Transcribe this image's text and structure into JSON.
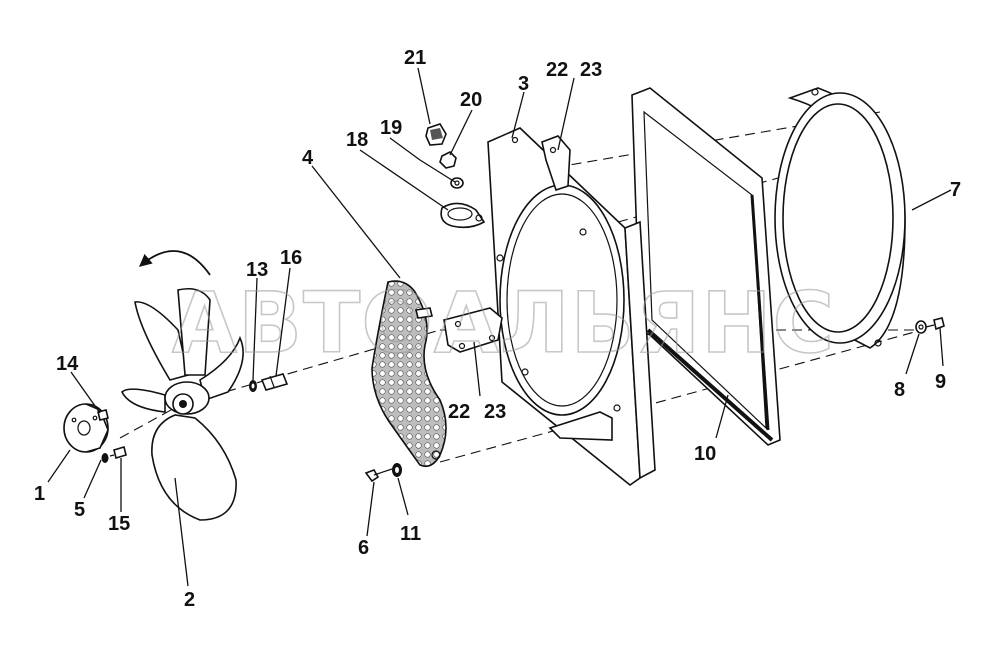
{
  "watermark": "АВТОАЛЬЯНС",
  "labels": {
    "l1": "1",
    "l2": "2",
    "l3": "3",
    "l4": "4",
    "l5": "5",
    "l6": "6",
    "l7": "7",
    "l8": "8",
    "l9": "9",
    "l10": "10",
    "l11": "11",
    "l13": "13",
    "l14": "14",
    "l15": "15",
    "l16": "16",
    "l18": "18",
    "l19": "19",
    "l20": "20",
    "l21": "21",
    "l22a": "22",
    "l23a": "23",
    "l22b": "22",
    "l23b": "23"
  },
  "colors": {
    "line": "#111111",
    "watermark": "#9a9a9a",
    "mesh": "#c8c8c8"
  }
}
